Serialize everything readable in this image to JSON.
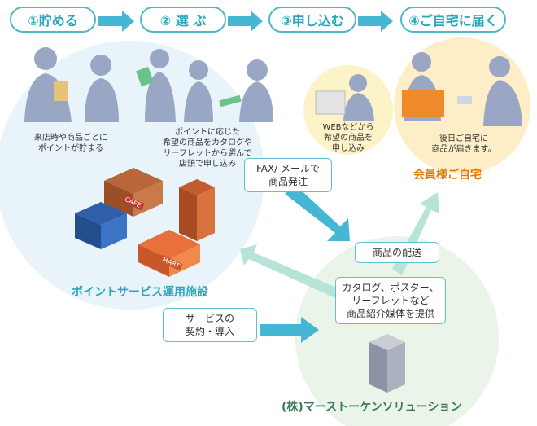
{
  "steps": [
    {
      "label": "①貯める"
    },
    {
      "label": "② 選 ぶ"
    },
    {
      "label": "③申し込む"
    },
    {
      "label": "④ご自宅に届く"
    }
  ],
  "captions": {
    "step1": [
      "来店時や商品ごとに",
      "ポイントが貯まる"
    ],
    "step2": [
      "ポイントに応じた",
      "希望の商品をカタログや",
      "リーフレットから選んで",
      "店頭で申し込み"
    ],
    "step3": [
      "WEBなどから",
      "希望の商品を",
      "申し込み"
    ],
    "step4": [
      "後日ご自宅に",
      "商品が届きます。"
    ]
  },
  "labels": {
    "member_home": "会員様ご自宅",
    "facility": "ポイントサービス運用施設",
    "company": "(株)マーストーケンソリューション"
  },
  "boxes": {
    "fax": [
      "FAX/ メールで",
      "商品発注"
    ],
    "delivery": [
      "商品の配送"
    ],
    "catalog": [
      "カタログ、ポスター、",
      "リーフレットなど",
      "商品紹介媒体を提供"
    ],
    "service": [
      "サービスの",
      "契約・導入"
    ]
  },
  "store_signs": {
    "cafe": "CAFE",
    "mart": "MART"
  },
  "colors": {
    "accent": "#2aa7bd",
    "arrow": "#45b7d4",
    "brown": "#a0522d",
    "green": "#3a7a55",
    "member_orange": "#e07b00"
  }
}
